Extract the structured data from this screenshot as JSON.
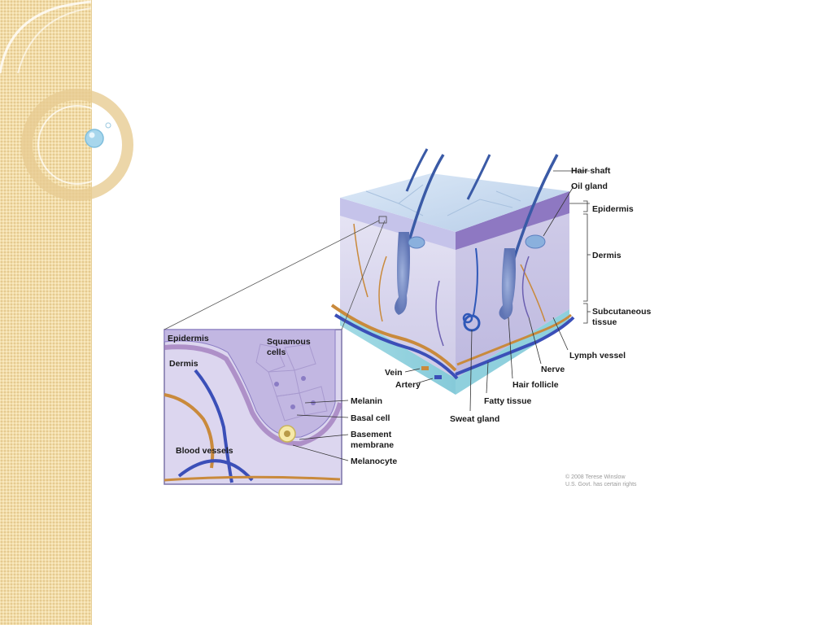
{
  "diagram": {
    "labels": {
      "hair_shaft": "Hair shaft",
      "oil_gland": "Oil gland",
      "epidermis": "Epidermis",
      "dermis": "Dermis",
      "subcutaneous_1": "Subcutaneous",
      "subcutaneous_2": "tissue",
      "lymph_vessel": "Lymph vessel",
      "nerve": "Nerve",
      "hair_follicle": "Hair follicle",
      "fatty_tissue": "Fatty tissue",
      "sweat_gland": "Sweat gland",
      "vein": "Vein",
      "artery": "Artery"
    },
    "inset_labels": {
      "epidermis": "Epidermis",
      "dermis": "Dermis",
      "squamous_1": "Squamous",
      "squamous_2": "cells",
      "blood_vessels": "Blood vessels",
      "melanin": "Melanin",
      "basal_cell": "Basal cell",
      "basement_1": "Basement",
      "basement_2": "membrane",
      "melanocyte": "Melanocyte"
    },
    "credit_1": "© 2008 Terese Winslow",
    "credit_2": "U.S. Govt. has certain rights"
  },
  "colors": {
    "side_panel": "#f2ddaa",
    "skin_top": "#c9dcf0",
    "dermis": "#d9d6ee",
    "subcutaneous": "#a9dbe6",
    "vessel_blue": "#3b4fb8",
    "vessel_orange": "#c98a3c"
  }
}
